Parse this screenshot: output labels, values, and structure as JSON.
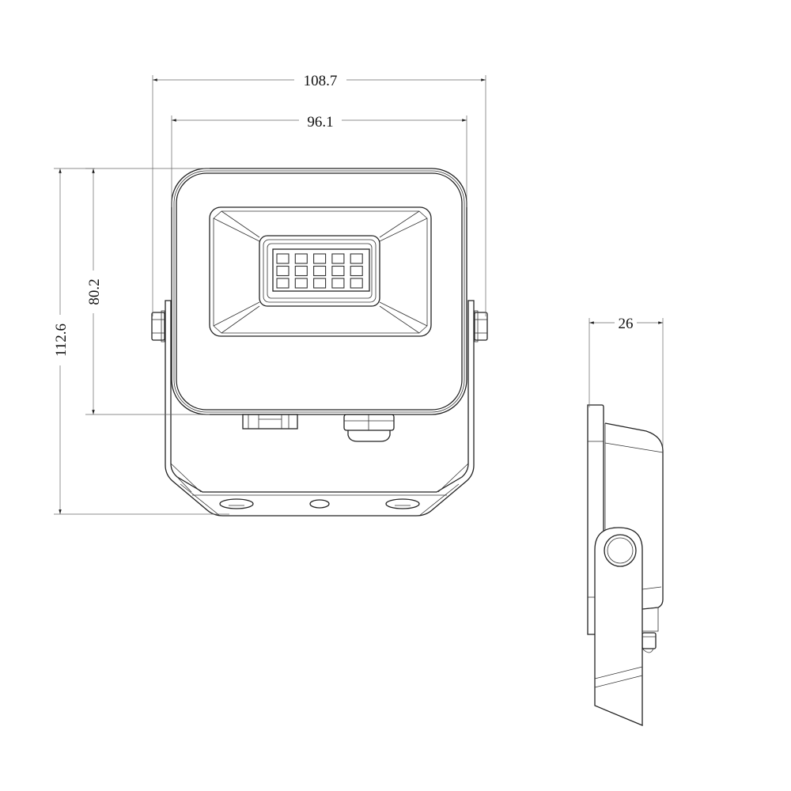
{
  "title": "Floodlight dimension drawing",
  "views": {
    "front": {
      "led_rows": 3,
      "led_cols": 5,
      "dimensions": {
        "overall_width": "108.7",
        "housing_width": "96.1",
        "housing_height": "80.2",
        "overall_height": "112.6"
      }
    },
    "side": {
      "dimensions": {
        "depth": "26"
      }
    }
  },
  "colors": {
    "line": "#222222",
    "dimension_line": "#666666",
    "background": "#ffffff"
  }
}
